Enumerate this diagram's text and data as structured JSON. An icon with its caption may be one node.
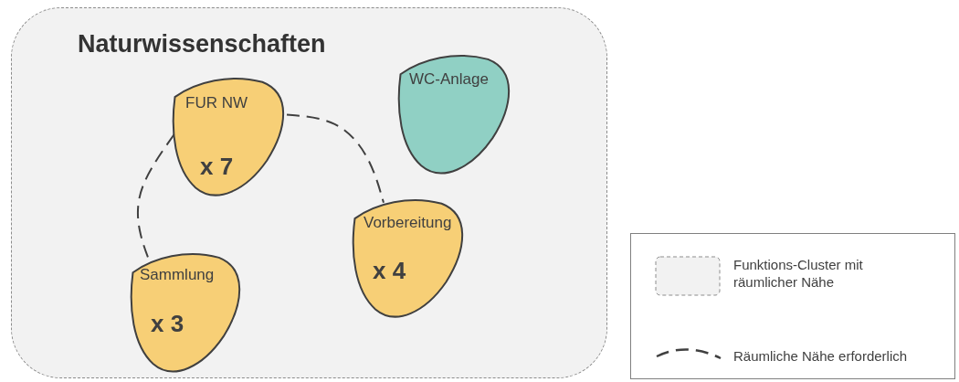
{
  "diagram": {
    "nodes": [
      {
        "text": [
          "Naturwissenschaften"
        ]
      },
      {
        "text": [
          "FUR NW",
          "x 7"
        ],
        "in": 0
      },
      {
        "text": [
          "WC-Anlage"
        ],
        "in": 0
      },
      {
        "text": [
          "Vorbereitung",
          "x 4"
        ],
        "in": 0
      },
      {
        "text": [
          "Sammlung",
          "x 3"
        ],
        "in": 0
      }
    ],
    "edges": [
      {
        "from": 1,
        "to": 4,
        "arrow": "none",
        "style": "dashed"
      },
      {
        "from": 1,
        "to": 3,
        "arrow": "none",
        "style": "dashed"
      }
    ],
    "legend": [
      {
        "text": "Funktions-Cluster mit räumlicher Nähe"
      },
      {
        "text": "Räumliche Nähe erforderlich"
      }
    ]
  }
}
